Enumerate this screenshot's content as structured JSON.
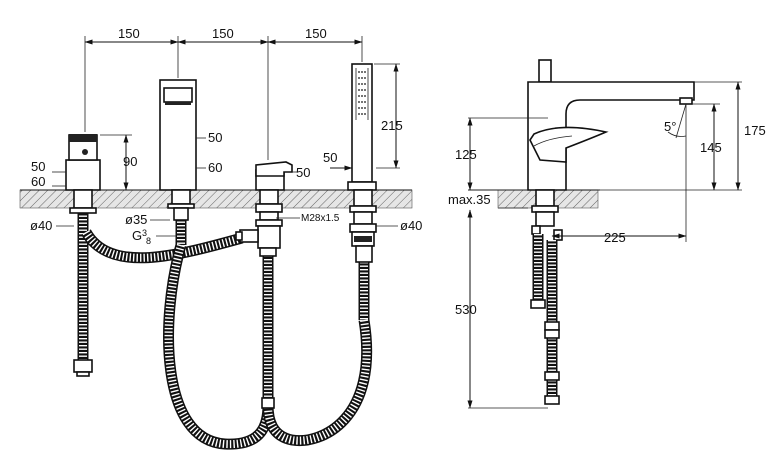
{
  "front_view": {
    "spacing": [
      "150",
      "150",
      "150"
    ],
    "diverter_width": "50",
    "diverter_height": "60",
    "diverter_total_height": "90",
    "spout_width": "50",
    "spout_height": "60",
    "mixer_handle": "50",
    "handshower_width": "50",
    "handshower_height": "215",
    "hole_left": "ø40",
    "hole_spout": "ø35",
    "connection": "G",
    "connection_fraction_num": "3",
    "connection_fraction_den": "8",
    "thread": "M28x1.5",
    "hole_right": "ø40"
  },
  "side_view": {
    "deck_thickness": "max.35",
    "spout_height": "125",
    "hose_length": "530",
    "spout_reach": "225",
    "total_height": "175",
    "outlet_height": "145",
    "angle": "5°"
  }
}
